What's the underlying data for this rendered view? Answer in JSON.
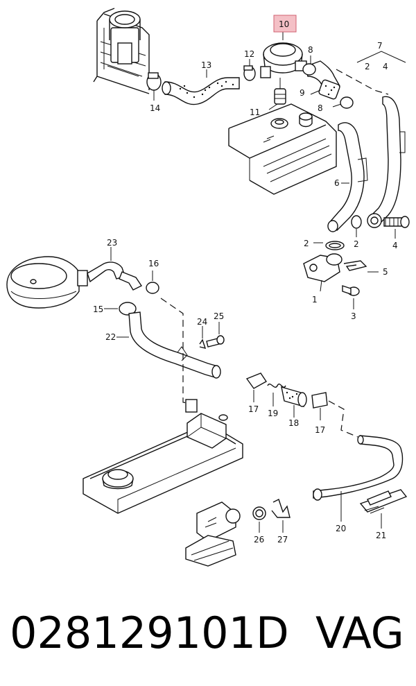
{
  "highlight_color": "#e8a0a8",
  "callouts": {
    "c10": "10",
    "c13": "13",
    "c12": "12",
    "c8a": "8",
    "c7": "7",
    "c2a": "2",
    "c4a": "4",
    "c9": "9",
    "c8b": "8",
    "c14": "14",
    "c11": "11",
    "c6": "6",
    "c2b": "2",
    "c2c": "2",
    "c4b": "4",
    "c23": "23",
    "c16": "16",
    "c5": "5",
    "c15": "15",
    "c1": "1",
    "c3": "3",
    "c24": "24",
    "c25": "25",
    "c22": "22",
    "c17a": "17",
    "c19": "19",
    "c18": "18",
    "c17b": "17",
    "c26": "26",
    "c27": "27",
    "c20": "20",
    "c21": "21"
  },
  "footer": {
    "part_number": "028129101D",
    "brand": "VAG"
  }
}
